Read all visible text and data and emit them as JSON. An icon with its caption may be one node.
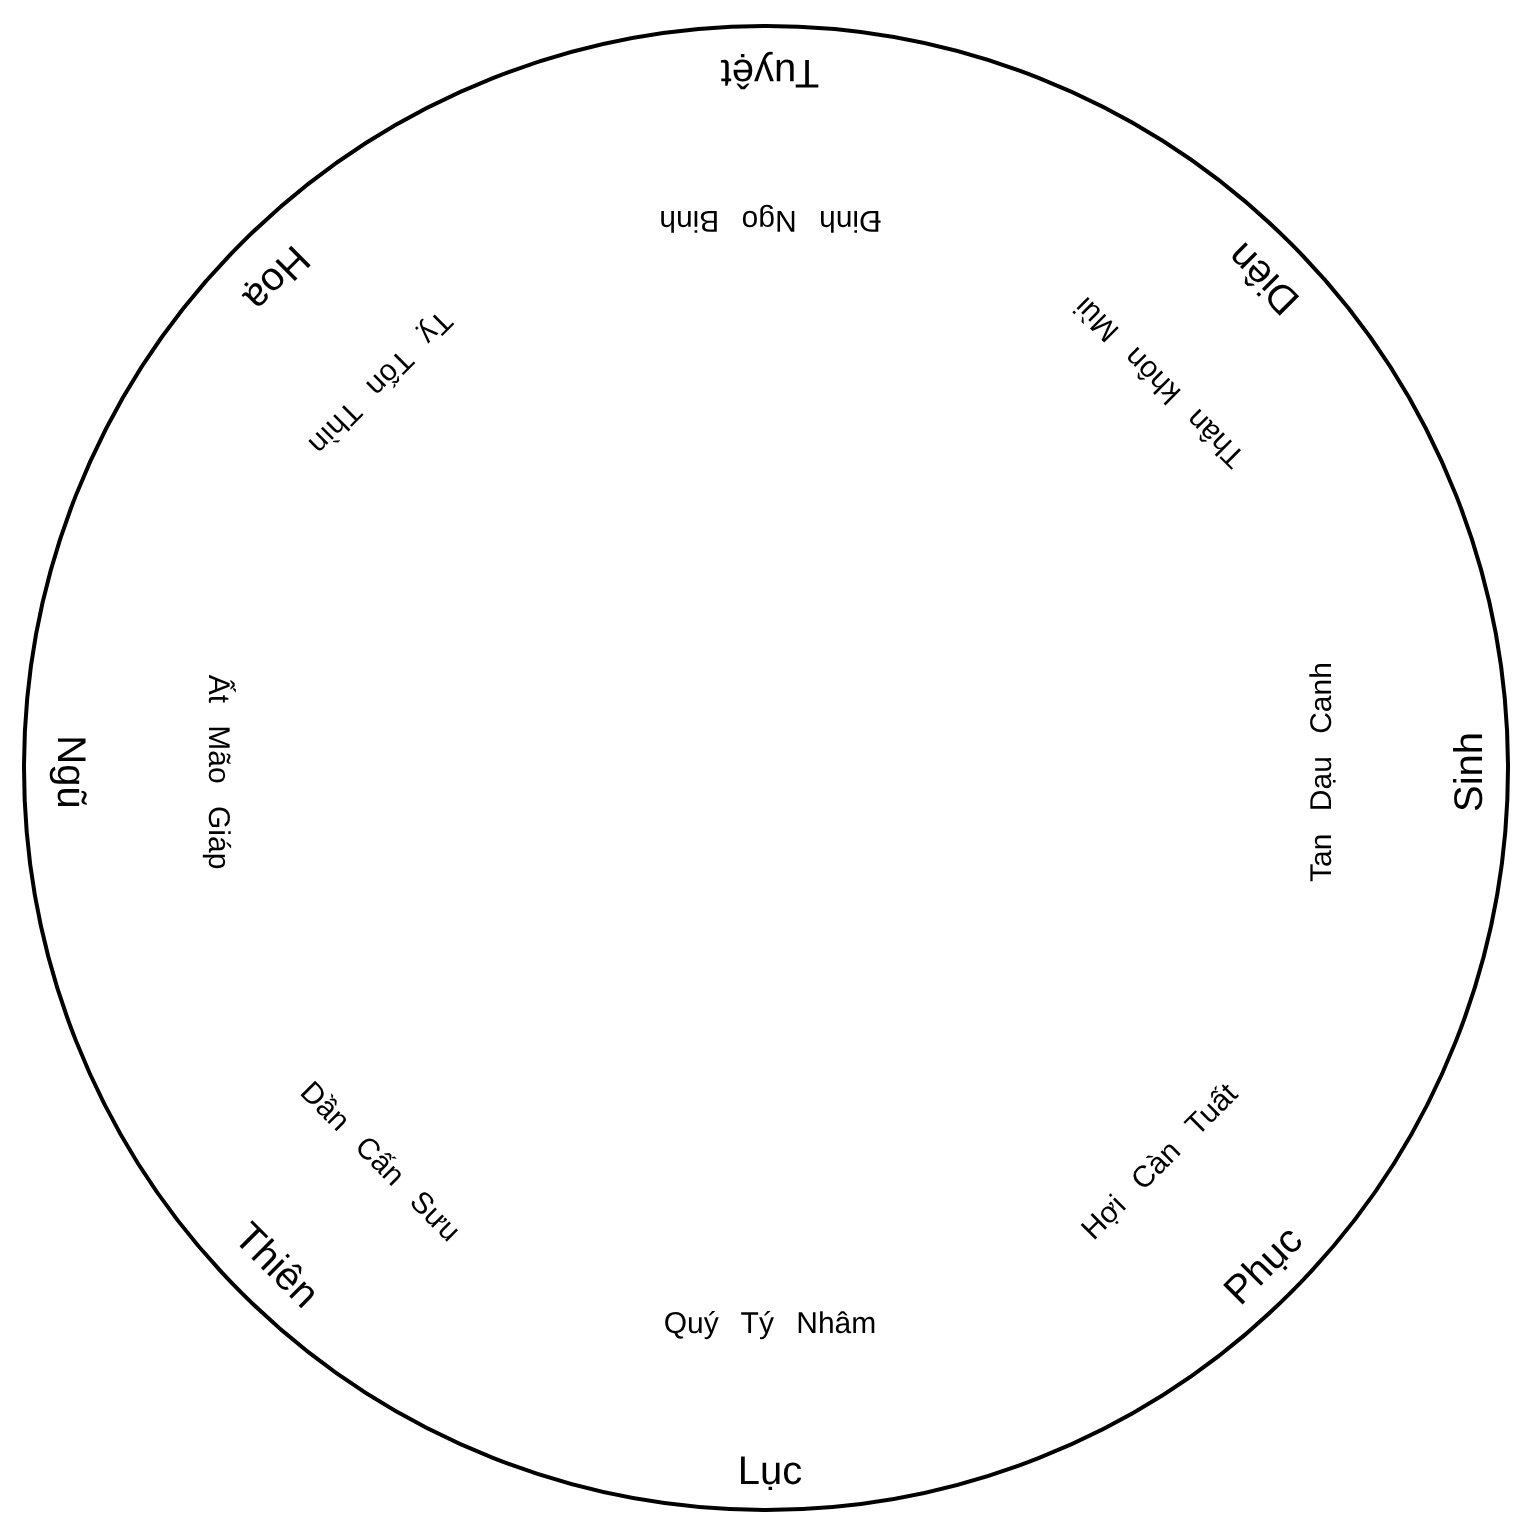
{
  "diagram": {
    "nodes": [
      {
        "text": [
          "Tuyệt",
          "Đinh Ngo Binh",
          "Hoạ",
          "Diên",
          "Tỵ Tốn Thìn",
          "Thân khôn Mùi",
          "Ngũ",
          "Ất Mão Giáp",
          "Tan Dạu Canh",
          "Sinh",
          "Dần Cấn Sưu",
          "Hợi Càn Tuất",
          "Thiên",
          "Phục",
          "Quý Tý Nhâm",
          "Lục"
        ]
      }
    ]
  }
}
